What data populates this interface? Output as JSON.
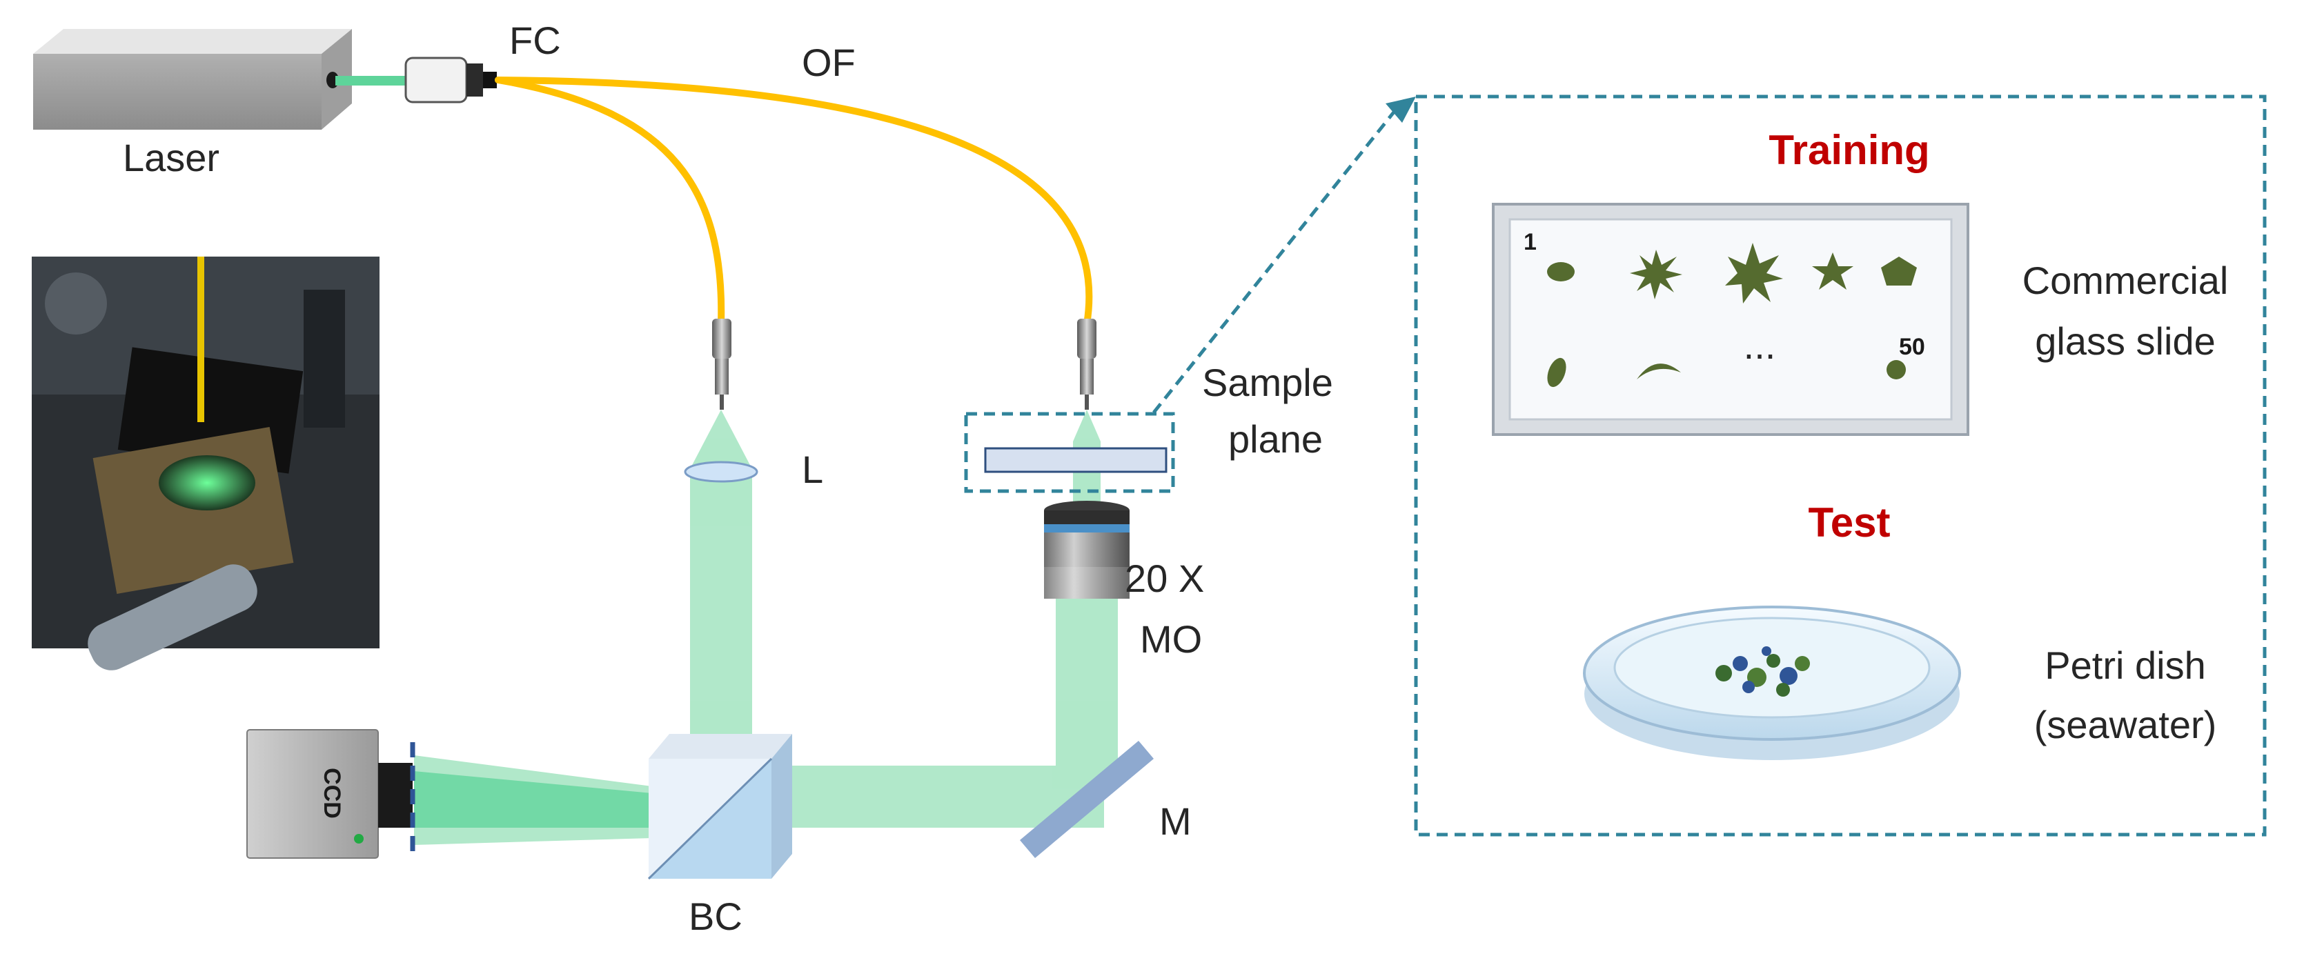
{
  "labels": {
    "laser": "Laser",
    "fc": "FC",
    "of": "OF",
    "lens": "L",
    "sample_line1": "Sample",
    "sample_line2": "plane",
    "mo_line1": "20 X",
    "mo_line2": "MO",
    "mirror": "M",
    "bc": "BC",
    "ccd": "CCD"
  },
  "inset": {
    "training_title": "Training",
    "test_title": "Test",
    "slide_label_line1": "Commercial",
    "slide_label_line2": "glass slide",
    "dish_label_line1": "Petri dish",
    "dish_label_line2": "(seawater)",
    "first_index": "1",
    "last_index": "50",
    "ellipsis": "..."
  },
  "colors": {
    "beam": "#a8e6c4",
    "beam_dark": "#5ed49a",
    "fiber": "#ffc000",
    "dashed_box": "#31849b",
    "title_red": "#c00000",
    "sample_fill": "#d6e0f0",
    "sample_stroke": "#2f4f7f",
    "mirror": "#8ea9cf",
    "cube": "#b8d8f0"
  }
}
